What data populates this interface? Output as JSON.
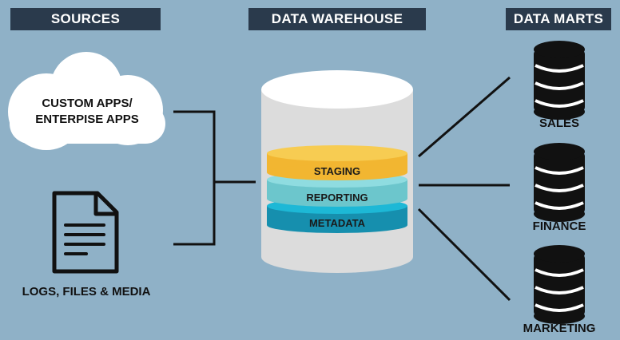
{
  "headers": {
    "sources": "SOURCES",
    "warehouse": "DATA WAREHOUSE",
    "marts": "DATA MARTS"
  },
  "sources": {
    "cloud_line1": "CUSTOM APPS/",
    "cloud_line2": "ENTERPISE APPS",
    "files": "LOGS, FILES &  MEDIA"
  },
  "warehouse": {
    "layers": [
      "STAGING",
      "REPORTING",
      "METADATA"
    ]
  },
  "marts": [
    "SALES",
    "FINANCE",
    "MARKETING"
  ],
  "colors": {
    "background": "#8fb1c7",
    "header": "#2a3a4c",
    "staging": "#f5c242",
    "reporting": "#7fd3d9",
    "metadata": "#1da3c4",
    "warehouse_body": "#dcdcdc"
  },
  "icons": {
    "cloud": "cloud-icon",
    "files": "document-icon",
    "warehouse": "database-cylinder-icon",
    "mart": "database-icon"
  }
}
